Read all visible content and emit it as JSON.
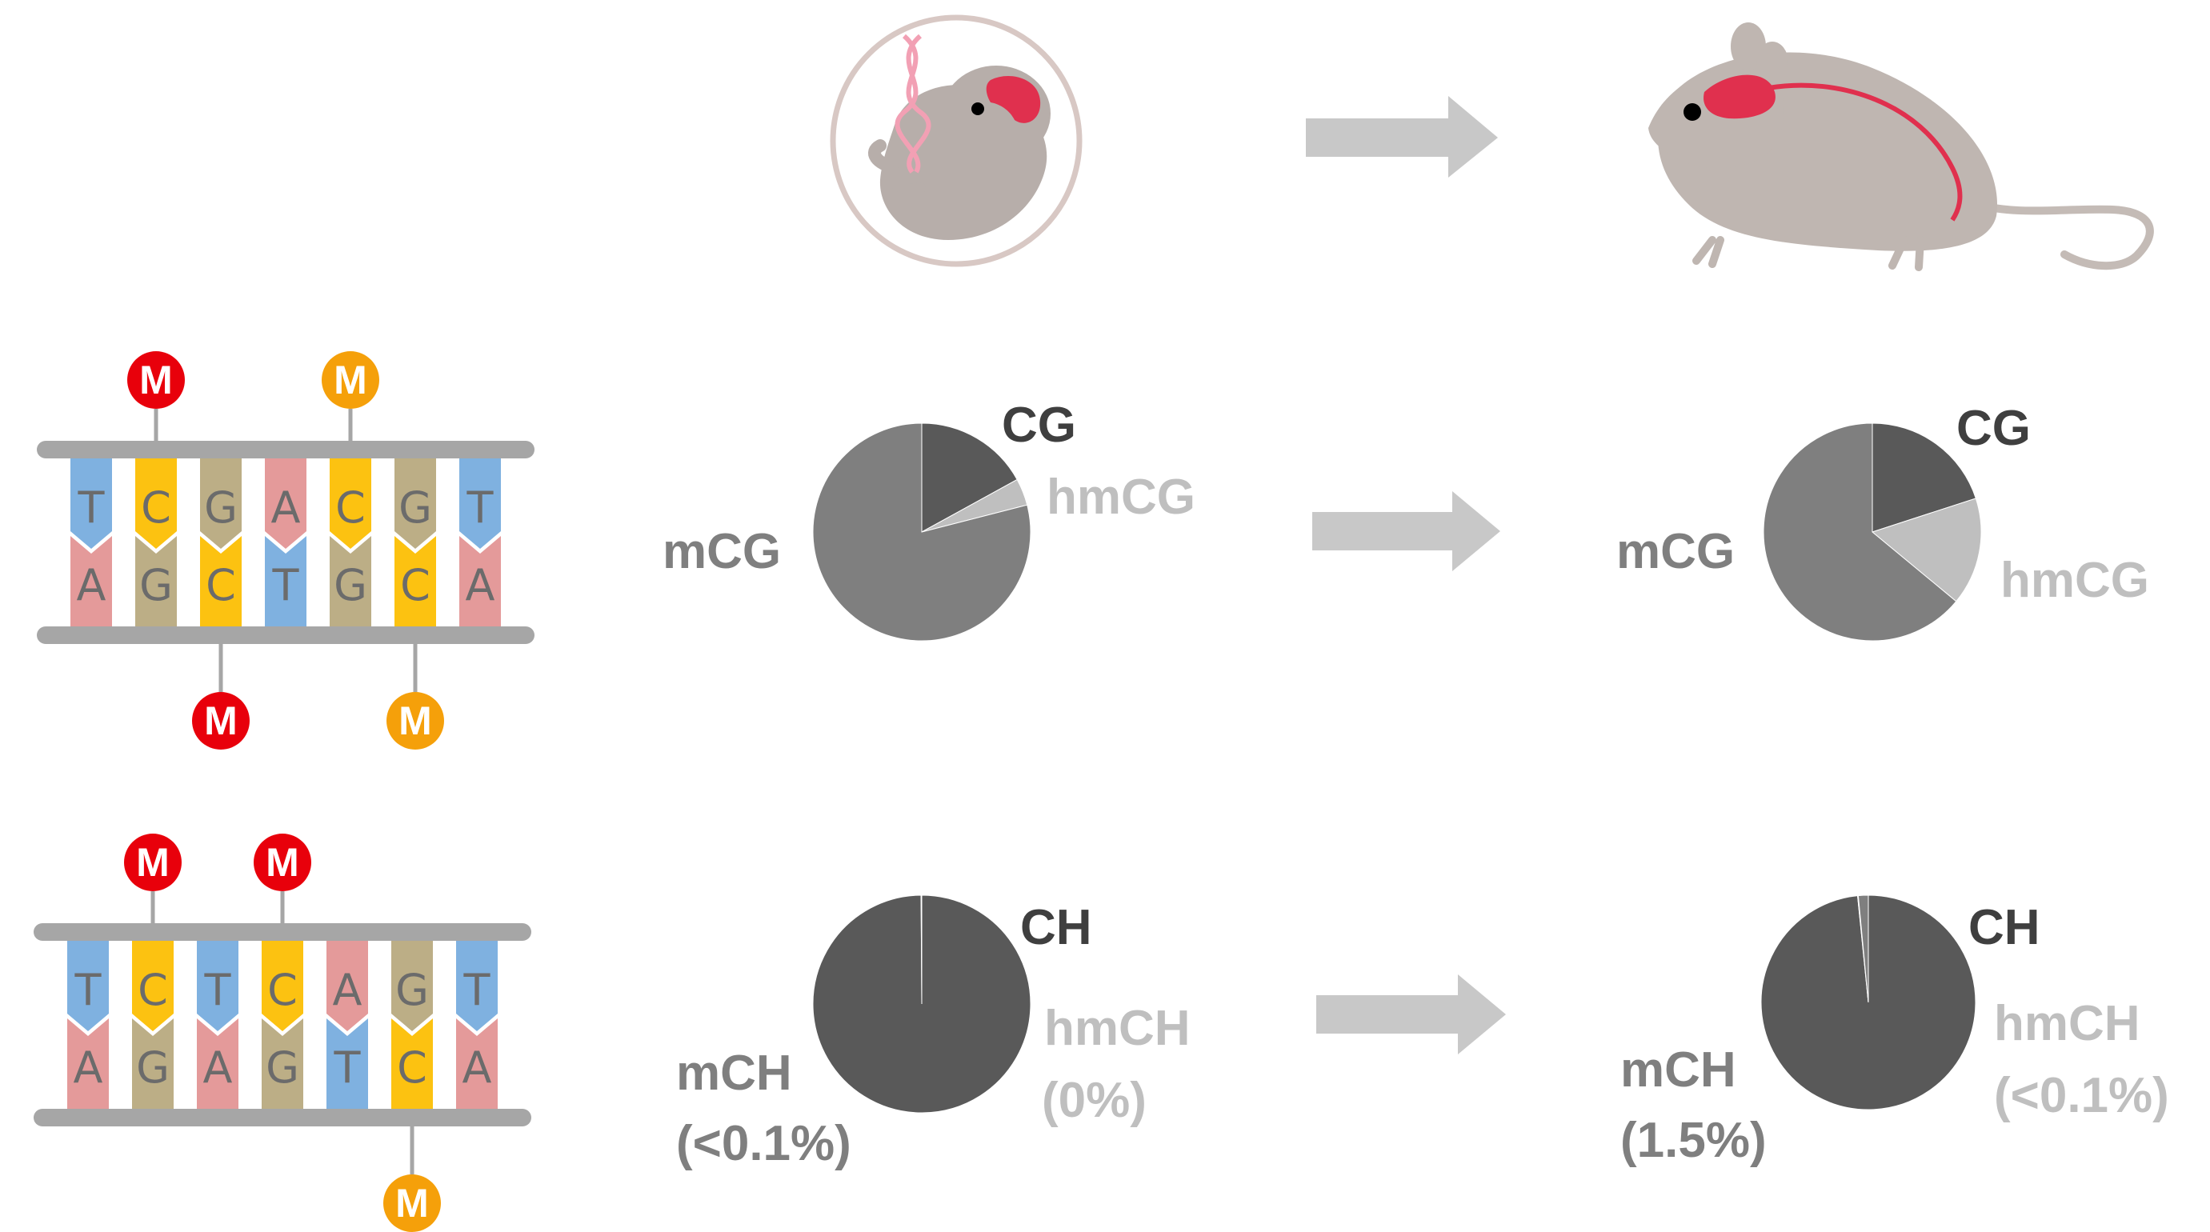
{
  "colors": {
    "T": "#7fb1e0",
    "A": "#e49a9a",
    "C": "#fcc211",
    "G": "#bcae86",
    "rail": "#a6a6a6",
    "m_red": "#e8000b",
    "m_orange": "#f5a00a",
    "slice_dark": "#595959",
    "slice_mid": "#7f7f7f",
    "slice_light": "#bfbfbf",
    "arrow": "#c8c8c8",
    "mouse_body": "#bfb6b1",
    "brain_red": "#e0304e"
  },
  "illustrations": [
    "embryo-icon",
    "mouse-icon"
  ],
  "dna_panels": [
    {
      "top_strand": [
        "T",
        "C",
        "G",
        "A",
        "C",
        "G",
        "T"
      ],
      "bottom_strand": [
        "A",
        "G",
        "C",
        "T",
        "G",
        "C",
        "A"
      ],
      "top_marks": [
        {
          "pos": 1,
          "color": "red",
          "label": "M"
        },
        {
          "pos": 4,
          "color": "orange",
          "label": "M"
        }
      ],
      "bottom_marks": [
        {
          "pos": 2,
          "color": "red",
          "label": "M"
        },
        {
          "pos": 5,
          "color": "orange",
          "label": "M"
        }
      ]
    },
    {
      "top_strand": [
        "T",
        "C",
        "T",
        "C",
        "A",
        "G",
        "T"
      ],
      "bottom_strand": [
        "A",
        "G",
        "A",
        "G",
        "T",
        "C",
        "A"
      ],
      "top_marks": [
        {
          "pos": 1,
          "color": "red",
          "label": "M"
        },
        {
          "pos": 3,
          "color": "red",
          "label": "M"
        }
      ],
      "bottom_marks": [
        {
          "pos": 5,
          "color": "orange",
          "label": "M"
        }
      ]
    }
  ],
  "chart_data": [
    {
      "type": "pie",
      "title": "",
      "stage": "fetal",
      "context": "CG",
      "slices": [
        {
          "name": "CG",
          "label": "CG",
          "value": 17,
          "color": "#595959"
        },
        {
          "name": "hmCG",
          "label": "hmCG",
          "value": 4,
          "color": "#bfbfbf"
        },
        {
          "name": "mCG",
          "label": "mCG",
          "value": 79,
          "color": "#7f7f7f"
        }
      ]
    },
    {
      "type": "pie",
      "title": "",
      "stage": "adult",
      "context": "CG",
      "slices": [
        {
          "name": "CG",
          "label": "CG",
          "value": 20,
          "color": "#595959"
        },
        {
          "name": "hmCG",
          "label": "hmCG",
          "value": 16,
          "color": "#bfbfbf"
        },
        {
          "name": "mCG",
          "label": "mCG",
          "value": 64,
          "color": "#7f7f7f"
        }
      ]
    },
    {
      "type": "pie",
      "title": "",
      "stage": "fetal",
      "context": "CH",
      "slices": [
        {
          "name": "CH",
          "label": "CH",
          "value": 99.9,
          "color": "#595959"
        },
        {
          "name": "hmCH",
          "label": "hmCH",
          "value_text": "(0%)",
          "value": 0,
          "color": "#bfbfbf"
        },
        {
          "name": "mCH",
          "label": "mCH",
          "value_text": "(<0.1%)",
          "value": 0.1,
          "color": "#7f7f7f"
        }
      ]
    },
    {
      "type": "pie",
      "title": "",
      "stage": "adult",
      "context": "CH",
      "slices": [
        {
          "name": "CH",
          "label": "CH",
          "value": 98.4,
          "color": "#595959"
        },
        {
          "name": "hmCH",
          "label": "hmCH",
          "value_text": "(<0.1%)",
          "value": 0.1,
          "color": "#bfbfbf"
        },
        {
          "name": "mCH",
          "label": "mCH",
          "value_text": "(1.5%)",
          "value": 1.5,
          "color": "#7f7f7f"
        }
      ]
    }
  ]
}
